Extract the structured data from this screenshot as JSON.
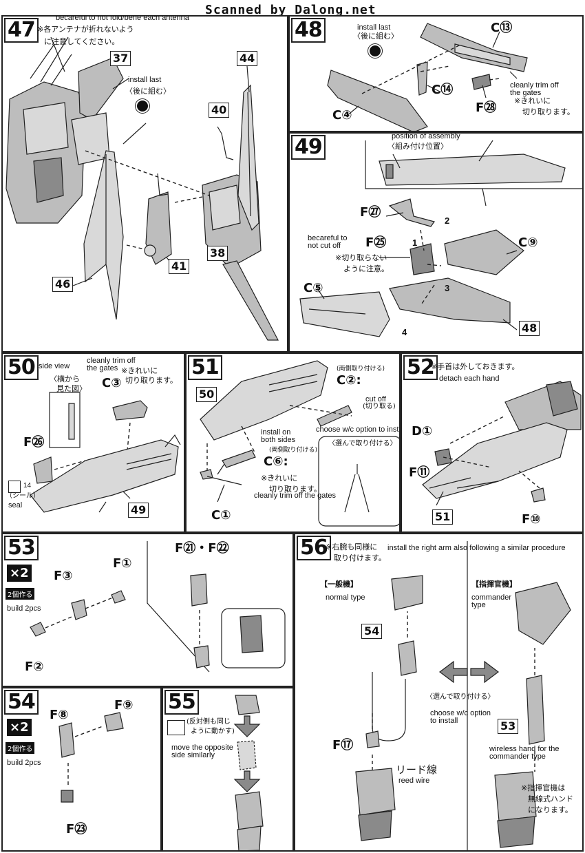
{
  "banner": "Scanned by Dalong.net",
  "step47": {
    "num": "47",
    "note_en": "becareful to not fold/bene each antenna",
    "note_jp_1": "※各アンテナが折れないよう",
    "note_jp_2": "に注意してください。",
    "install_last_en": "install last",
    "install_last_jp": "〈後に組む〉",
    "parts": [
      "37",
      "44",
      "40",
      "38",
      "41",
      "46"
    ]
  },
  "step48": {
    "num": "48",
    "install_last_en": "install last",
    "install_last_jp": "〈後に組む〉",
    "trim_en_1": "cleanly trim off",
    "trim_en_2": "the gates",
    "trim_jp_1": "※きれいに",
    "trim_jp_2": "切り取ります。",
    "c13": "C⑬",
    "c14": "C⑭",
    "c4": "C④",
    "f28": "F㉘"
  },
  "step49": {
    "num": "49",
    "position_en": "position of assembly",
    "position_jp": "〈組み付け位置〉",
    "careful_en_1": "becareful to",
    "careful_en_2": "not cut off",
    "careful_jp_1": "※切り取らない",
    "careful_jp_2": "ように注意。",
    "f27": "F㉗",
    "f25": "F㉕",
    "c9": "C⑨",
    "c5": "C⑤",
    "part48": "48",
    "steps": [
      "1",
      "2",
      "3",
      "4"
    ]
  },
  "step50": {
    "num": "50",
    "side_view_en": "side view",
    "side_view_jp_1": "〈横から",
    "side_view_jp_2": "見た図〉",
    "trim_en_1": "cleanly trim off",
    "trim_en_2": "the gates",
    "trim_jp_1": "※きれいに",
    "trim_jp_2": "切り取ります。",
    "c3": "C③",
    "f26": "F㉖",
    "seal_num": "14",
    "seal_jp": "（シール）",
    "seal_en": "seal",
    "part49": "49"
  },
  "step51": {
    "num": "51",
    "part50": "50",
    "c2": "C②:",
    "c2_jp": "(両側取り付ける)",
    "cut_off_en": "cut off",
    "cut_off_jp": "(切り取る)",
    "install_both_en_1": "install on",
    "install_both_en_2": "both sides",
    "install_both_jp": "(両側取り付ける)",
    "choose_en": "choose w/c option to install",
    "choose_jp": "〈選んで取り付ける〉",
    "c6": "C⑥:",
    "trim_jp_1": "※きれいに",
    "trim_jp_2": "切り取ります。",
    "trim_en": "cleanly trim off the gates",
    "c1": "C①"
  },
  "step52": {
    "num": "52",
    "note_jp": "※手首は外しておきます。",
    "note_en": "detach each hand",
    "d1": "D①",
    "f11": "F⑪",
    "f10": "F⑩",
    "part51": "51"
  },
  "step53": {
    "num": "53",
    "x2": "×2",
    "x2_jp": "2個作る",
    "build_en": "build 2pcs",
    "f3": "F③",
    "f1": "F①",
    "f2": "F②",
    "f21_22": "F㉑・F㉒"
  },
  "step54": {
    "num": "54",
    "x2": "×2",
    "x2_jp": "2個作る",
    "build_en": "build 2pcs",
    "f8": "F⑧",
    "f9": "F⑨",
    "f23": "F㉓"
  },
  "step55": {
    "num": "55",
    "note_jp_1": "(反対側も同じ",
    "note_jp_2": "ように動かす)",
    "note_en_1": "move the opposite",
    "note_en_2": "side similarly"
  },
  "step56": {
    "num": "56",
    "note_jp_1": "※右腕も同様に",
    "note_jp_2": "取り付けます。",
    "note_en": "install the right arm also following a similar procedure",
    "normal_jp": "【一般機】",
    "normal_en": "normal type",
    "commander_jp": "【指揮官機】",
    "commander_en_1": "commander",
    "commander_en_2": "type",
    "part54": "54",
    "part53": "53",
    "choose_jp": "〈選んで取り付ける〉",
    "choose_en_1": "choose w/c option",
    "choose_en_2": "to install",
    "f17": "F⑰",
    "reed_jp": "リード線",
    "reed_en": "reed wire",
    "wireless_en_1": "wireless hand for the",
    "wireless_en_2": "commander type",
    "wireless_jp_1": "※指揮官機は",
    "wireless_jp_2": "無線式ハンド",
    "wireless_jp_3": "になります。"
  }
}
